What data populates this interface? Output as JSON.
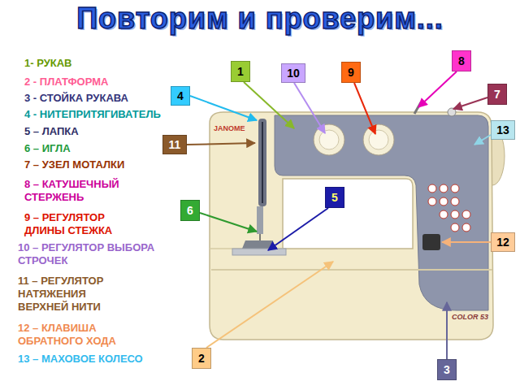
{
  "diagram": {
    "title": "Повторим и проверим...",
    "nodes": [
      {
        "text": [
          "1"
        ]
      },
      {
        "text": [
          "10"
        ]
      },
      {
        "text": [
          "9"
        ]
      },
      {
        "text": [
          "8"
        ]
      },
      {
        "text": [
          "4"
        ]
      },
      {
        "text": [
          "7"
        ]
      },
      {
        "text": [
          "13"
        ]
      },
      {
        "text": [
          "11"
        ]
      },
      {
        "text": [
          "6"
        ]
      },
      {
        "text": [
          "5"
        ]
      },
      {
        "text": [
          "12"
        ]
      },
      {
        "text": [
          "2"
        ]
      },
      {
        "text": [
          "3"
        ]
      }
    ],
    "labels": [
      "1- РУКАВ",
      "2 - ПЛАТФОРМА",
      "3 - СТОЙКА РУКАВА",
      "4 - НИТЕПРИТЯГИВАТЕЛЬ",
      "5 – ЛАПКА",
      "6 – ИГЛА",
      "7 – УЗЕЛ МОТАЛКИ",
      "8 – КАТУШЕЧНЫЙ СТЕРЖЕНЬ",
      "9 – РЕГУЛЯТОР ДЛИНЫ СТЕЖКА",
      "10 – РЕГУЛЯТОР ВЫБОРА СТРОЧЕК",
      "11 – РЕГУЛЯТОР НАТЯЖЕНИЯ ВЕРХНЕЙ НИТИ",
      "12 – КЛАВИША ОБРАТНОГО ХОДА",
      "13 – МАХОВОЕ КОЛЕСО",
      "JANOME",
      "COLOR 53"
    ]
  }
}
